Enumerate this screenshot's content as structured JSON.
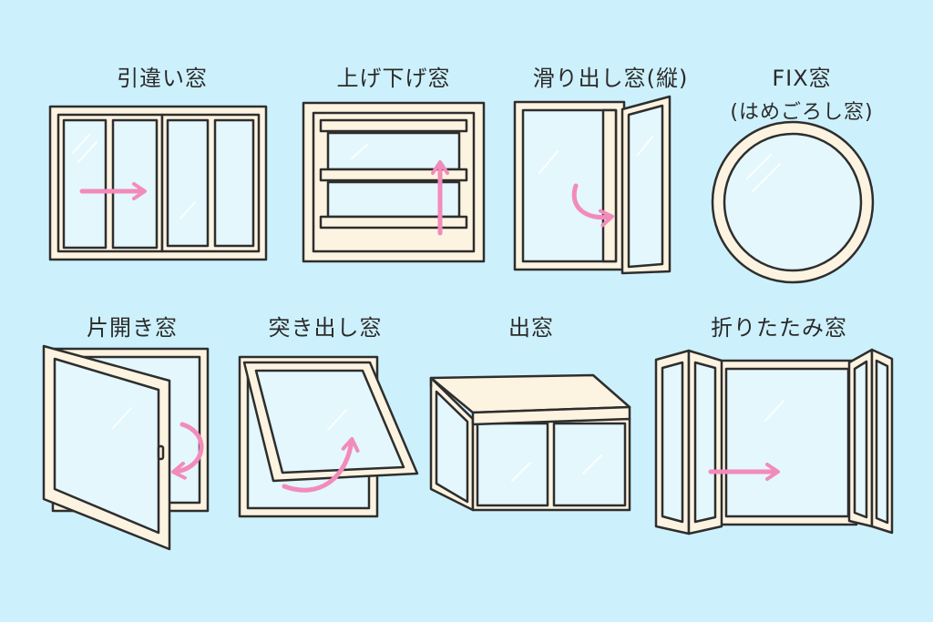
{
  "windows": [
    {
      "id": "sliding",
      "label": "引違い窓"
    },
    {
      "id": "double-hung",
      "label": "上げ下げ窓"
    },
    {
      "id": "casement",
      "label": "滑り出し窓(縦)"
    },
    {
      "id": "fix",
      "label": "FIX窓",
      "sublabel": "(はめごろし窓)"
    },
    {
      "id": "hinged",
      "label": "片開き窓"
    },
    {
      "id": "awning",
      "label": "突き出し窓"
    },
    {
      "id": "bay",
      "label": "出窓"
    },
    {
      "id": "folding",
      "label": "折りたたみ窓"
    }
  ],
  "colors": {
    "background": "#cdf1fc",
    "frame": "#fdf3e1",
    "outline": "#2e2e2e",
    "glass": "#e3f7fd",
    "arrow": "#f28bbb"
  }
}
